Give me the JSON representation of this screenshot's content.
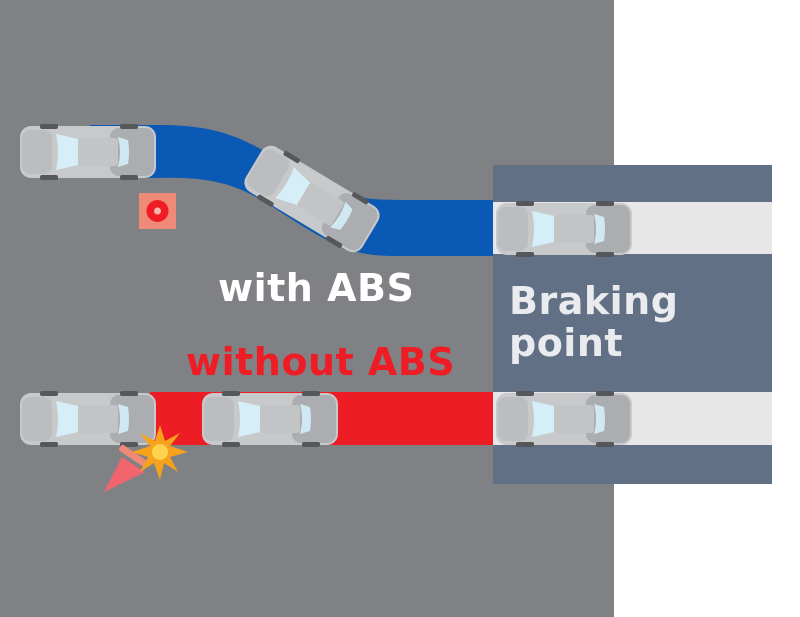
{
  "labels": {
    "with_abs": "with ABS",
    "without_abs": "without ABS",
    "braking_point": [
      "Braking",
      "point"
    ]
  },
  "colors": {
    "road": "#808184",
    "braking_zone": "#627085",
    "lane": "#e7e7e8",
    "abs_path": "#0a59b5",
    "no_abs_path": "#ee1c25",
    "car_body": "#c8c9cb",
    "car_glass": "#d6eef7",
    "obstacle": "#f08a78",
    "cone": "#f2646e",
    "spark": "#f7a21b"
  },
  "icons": [
    "car-icon",
    "obstacle-icon",
    "traffic-cone-icon",
    "collision-spark-icon"
  ]
}
